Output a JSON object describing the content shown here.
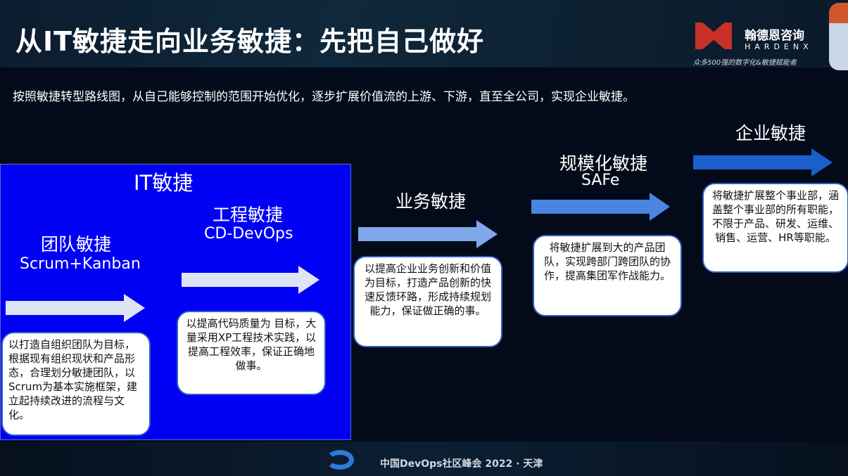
{
  "header": {
    "title": "从IT敏捷走向业务敏捷：先把自己做好",
    "brand_cn": "翰德恩咨询",
    "brand_en": "HARDENX",
    "brand_tagline": "众多500强的数字化&敏捷赋能者"
  },
  "intro": "按照敏捷转型路线图，从自己能够控制的范围开始优化，逐步扩展价值流的上游、下游，直至全公司，实现企业敏捷。",
  "it_agile": {
    "title": "IT敏捷"
  },
  "stages": [
    {
      "title": "团队敏捷",
      "subtitle": "Scrum+Kanban",
      "desc": "以打造自组织团队为目标，根据现有组织现状和产品形态，合理划分敏捷团队，以Scrum为基本实施框架，建立起持续改进的流程与文化。"
    },
    {
      "title": "工程敏捷",
      "subtitle": "CD-DevOps",
      "desc": "以提高代码质量为 目标，大量采用XP工程技术实践，以提高工程效率，保证正确地做事。"
    },
    {
      "title": "业务敏捷",
      "desc": "以提高企业业务创新和价值为目标，打造产品创新的快速反馈环路，形成持续规划能力，保证做正确的事。"
    },
    {
      "title": "规模化敏捷",
      "subtitle": "SAFe",
      "desc": "将敏捷扩展到大的产品团队，实现跨部门跨团队的协作，提高集团军作战能力。"
    },
    {
      "title": "企业敏捷",
      "desc": "将敏捷扩展整个事业部，涵盖整个事业部的所有职能，不限于产品、研发、运维、销售、运营、HR等职能。"
    }
  ],
  "footer": {
    "text": "中国DevOps社区峰会 2022 · 天津"
  },
  "colors": {
    "it_box": "#0000f5",
    "card_border": "#2d5fc4",
    "logo_red": "#c8302a"
  }
}
